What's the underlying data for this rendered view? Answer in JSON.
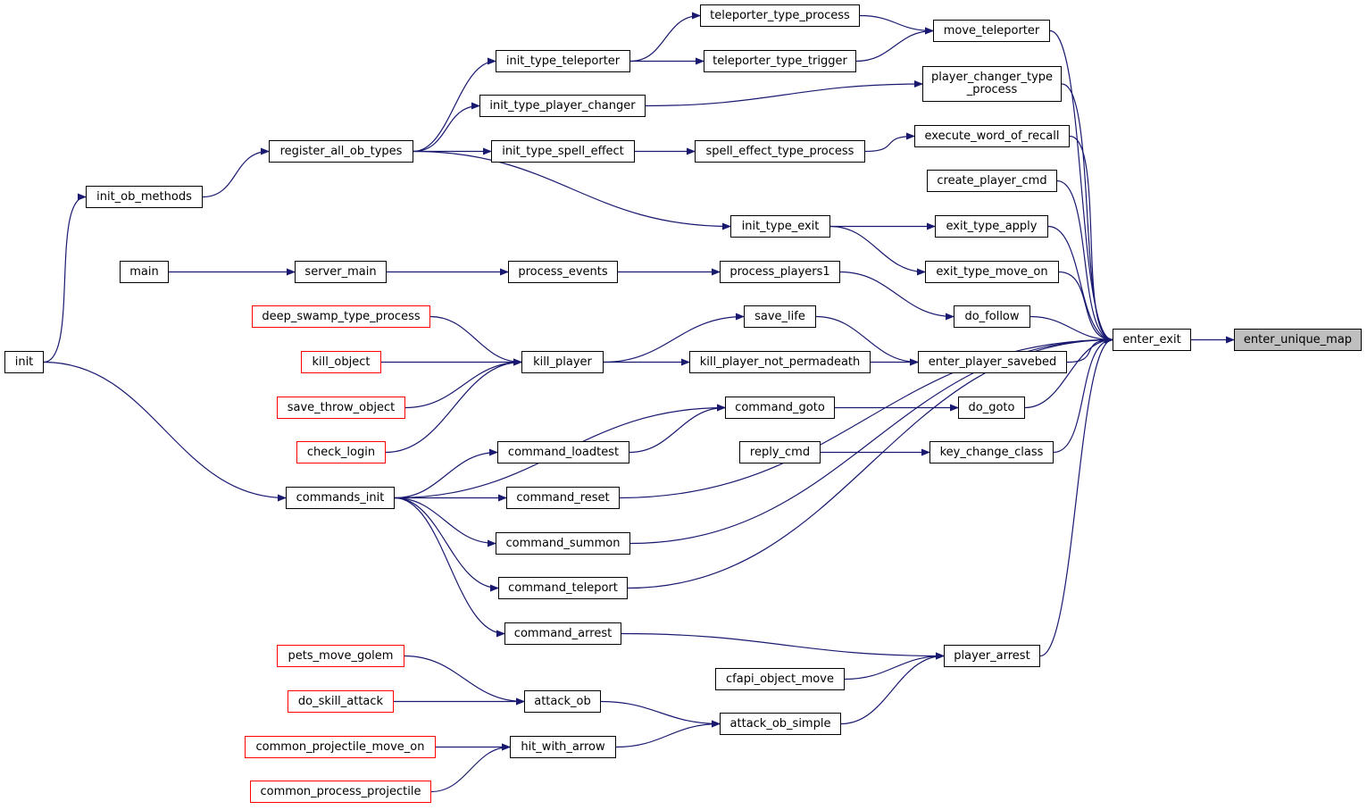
{
  "diagram": {
    "colors": {
      "edge": "#191970",
      "node_border": "#000000",
      "truncated_border": "#ff0000",
      "focus_fill": "#bfbfbf"
    },
    "nodes": {
      "enter_unique_map": "enter_unique_map",
      "enter_exit": "enter_exit",
      "move_teleporter": "move_teleporter",
      "player_changer_type_process": "player_changer_type\n_process",
      "execute_word_of_recall": "execute_word_of_recall",
      "create_player_cmd": "create_player_cmd",
      "exit_type_apply": "exit_type_apply",
      "exit_type_move_on": "exit_type_move_on",
      "do_follow": "do_follow",
      "enter_player_savebed": "enter_player_savebed",
      "do_goto": "do_goto",
      "key_change_class": "key_change_class",
      "player_arrest": "player_arrest",
      "teleporter_type_process": "teleporter_type_process",
      "teleporter_type_trigger": "teleporter_type_trigger",
      "spell_effect_type_process": "spell_effect_type_process",
      "init_type_exit": "init_type_exit",
      "process_players1": "process_players1",
      "save_life": "save_life",
      "kill_player_not_permadeath": "kill_player_not_permadeath",
      "command_goto": "command_goto",
      "reply_cmd": "reply_cmd",
      "cfapi_object_move": "cfapi_object_move",
      "attack_ob_simple": "attack_ob_simple",
      "init_type_teleporter": "init_type_teleporter",
      "init_type_player_changer": "init_type_player_changer",
      "init_type_spell_effect": "init_type_spell_effect",
      "process_events": "process_events",
      "kill_player": "kill_player",
      "command_loadtest": "command_loadtest",
      "command_reset": "command_reset",
      "command_summon": "command_summon",
      "command_teleport": "command_teleport",
      "command_arrest": "command_arrest",
      "attack_ob": "attack_ob",
      "hit_with_arrow": "hit_with_arrow",
      "register_all_ob_types": "register_all_ob_types",
      "server_main": "server_main",
      "deep_swamp_type_process": "deep_swamp_type_process",
      "kill_object": "kill_object",
      "save_throw_object": "save_throw_object",
      "check_login": "check_login",
      "commands_init": "commands_init",
      "pets_move_golem": "pets_move_golem",
      "do_skill_attack": "do_skill_attack",
      "common_projectile_move_on": "common_projectile_move_on",
      "common_process_projectile": "common_process_projectile",
      "init_ob_methods": "init_ob_methods",
      "main": "main",
      "init": "init"
    },
    "focus": "enter_unique_map",
    "truncated": [
      "deep_swamp_type_process",
      "kill_object",
      "save_throw_object",
      "check_login",
      "pets_move_golem",
      "do_skill_attack",
      "common_projectile_move_on",
      "common_process_projectile"
    ],
    "edges": [
      [
        "enter_exit",
        "enter_unique_map"
      ],
      [
        "move_teleporter",
        "enter_exit"
      ],
      [
        "player_changer_type_process",
        "enter_exit"
      ],
      [
        "execute_word_of_recall",
        "enter_exit"
      ],
      [
        "create_player_cmd",
        "enter_exit"
      ],
      [
        "exit_type_apply",
        "enter_exit"
      ],
      [
        "exit_type_move_on",
        "enter_exit"
      ],
      [
        "do_follow",
        "enter_exit"
      ],
      [
        "enter_player_savebed",
        "enter_exit"
      ],
      [
        "do_goto",
        "enter_exit"
      ],
      [
        "key_change_class",
        "enter_exit"
      ],
      [
        "command_reset",
        "enter_exit"
      ],
      [
        "command_summon",
        "enter_exit"
      ],
      [
        "command_teleport",
        "enter_exit"
      ],
      [
        "player_arrest",
        "enter_exit"
      ],
      [
        "teleporter_type_process",
        "move_teleporter"
      ],
      [
        "teleporter_type_trigger",
        "move_teleporter"
      ],
      [
        "init_type_teleporter",
        "teleporter_type_process"
      ],
      [
        "init_type_teleporter",
        "teleporter_type_trigger"
      ],
      [
        "init_type_player_changer",
        "player_changer_type_process"
      ],
      [
        "spell_effect_type_process",
        "execute_word_of_recall"
      ],
      [
        "init_type_spell_effect",
        "spell_effect_type_process"
      ],
      [
        "init_type_exit",
        "exit_type_apply"
      ],
      [
        "init_type_exit",
        "exit_type_move_on"
      ],
      [
        "register_all_ob_types",
        "init_type_exit"
      ],
      [
        "register_all_ob_types",
        "init_type_teleporter"
      ],
      [
        "register_all_ob_types",
        "init_type_player_changer"
      ],
      [
        "register_all_ob_types",
        "init_type_spell_effect"
      ],
      [
        "init_ob_methods",
        "register_all_ob_types"
      ],
      [
        "init",
        "init_ob_methods"
      ],
      [
        "init",
        "commands_init"
      ],
      [
        "process_players1",
        "do_follow"
      ],
      [
        "process_events",
        "process_players1"
      ],
      [
        "server_main",
        "process_events"
      ],
      [
        "main",
        "server_main"
      ],
      [
        "save_life",
        "enter_player_savebed"
      ],
      [
        "kill_player_not_permadeath",
        "enter_player_savebed"
      ],
      [
        "kill_player",
        "save_life"
      ],
      [
        "kill_player",
        "kill_player_not_permadeath"
      ],
      [
        "deep_swamp_type_process",
        "kill_player"
      ],
      [
        "kill_object",
        "kill_player"
      ],
      [
        "save_throw_object",
        "kill_player"
      ],
      [
        "check_login",
        "kill_player"
      ],
      [
        "command_goto",
        "do_goto"
      ],
      [
        "commands_init",
        "command_goto"
      ],
      [
        "command_loadtest",
        "command_goto"
      ],
      [
        "commands_init",
        "command_loadtest"
      ],
      [
        "commands_init",
        "command_reset"
      ],
      [
        "commands_init",
        "command_summon"
      ],
      [
        "commands_init",
        "command_teleport"
      ],
      [
        "commands_init",
        "command_arrest"
      ],
      [
        "reply_cmd",
        "key_change_class"
      ],
      [
        "command_arrest",
        "player_arrest"
      ],
      [
        "cfapi_object_move",
        "player_arrest"
      ],
      [
        "attack_ob_simple",
        "player_arrest"
      ],
      [
        "attack_ob",
        "attack_ob_simple"
      ],
      [
        "hit_with_arrow",
        "attack_ob_simple"
      ],
      [
        "pets_move_golem",
        "attack_ob"
      ],
      [
        "do_skill_attack",
        "attack_ob"
      ],
      [
        "common_projectile_move_on",
        "hit_with_arrow"
      ],
      [
        "common_process_projectile",
        "hit_with_arrow"
      ]
    ]
  }
}
